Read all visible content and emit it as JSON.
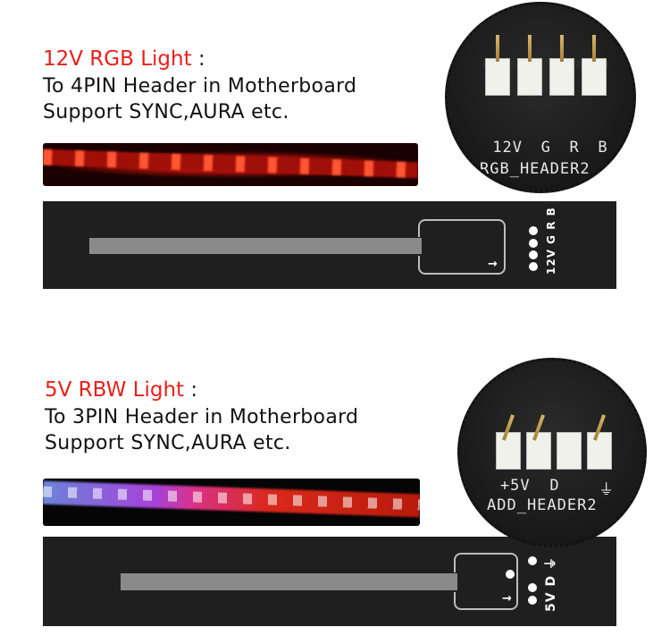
{
  "section_12v": {
    "title_highlight": "12V RGB Light",
    "title_suffix": " :",
    "line1": "To 4PIN Header in Motherboard",
    "line2": "Support SYNC,AURA etc.",
    "header_pins": [
      "12V",
      "G",
      "R",
      "B"
    ],
    "header_name": "RGB_HEADER2",
    "connector_labels": "12V G R B",
    "strip_color": "#ff2a1a"
  },
  "section_5v": {
    "title_highlight": "5V RBW Light",
    "title_suffix": " :",
    "line1": "To 3PIN Header in Motherboard",
    "line2": "Support SYNC,AURA etc.",
    "header_pins": [
      "+5V",
      "D",
      "",
      "⏚"
    ],
    "header_name": "ADD_HEADER2",
    "connector_labels": "5V D ⏚",
    "strip_colors": [
      "#8fb0ff",
      "#ff3fa0",
      "#ff3020"
    ]
  },
  "colors": {
    "accent_red": "#e8201c",
    "panel": "#1f1f1f"
  },
  "icons": {
    "arrow": "→"
  }
}
